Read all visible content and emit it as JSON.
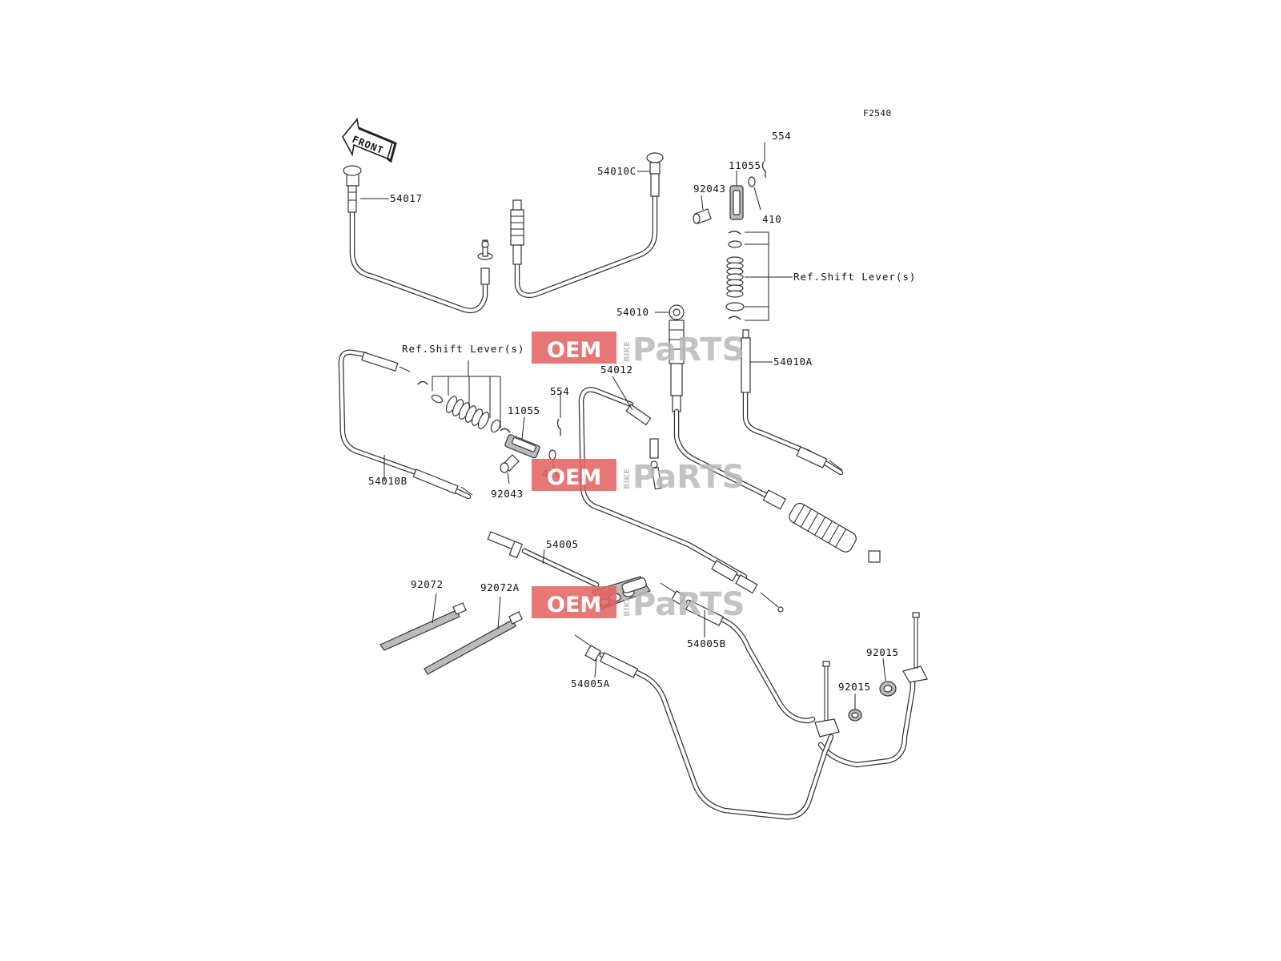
{
  "figure_code": "F2540",
  "front_label": "FRONT",
  "watermark": {
    "text_oem": "OEM",
    "text_bike": "BIKE",
    "text_parts": "PaRTS",
    "color_red": "#e36060",
    "color_gray": "#b9b9b9"
  },
  "callouts": [
    {
      "id": "c-54017",
      "text": "54017"
    },
    {
      "id": "c-54010c",
      "text": "54010C"
    },
    {
      "id": "c-92043-top",
      "text": "92043"
    },
    {
      "id": "c-11055-top",
      "text": "11055"
    },
    {
      "id": "c-554-top",
      "text": "554"
    },
    {
      "id": "c-410-top",
      "text": "410"
    },
    {
      "id": "c-ref-shift-right",
      "text": "Ref.Shift Lever(s)"
    },
    {
      "id": "c-54010",
      "text": "54010"
    },
    {
      "id": "c-54010a",
      "text": "54010A"
    },
    {
      "id": "c-ref-shift-left",
      "text": "Ref.Shift Lever(s)"
    },
    {
      "id": "c-54012",
      "text": "54012"
    },
    {
      "id": "c-554-mid",
      "text": "554"
    },
    {
      "id": "c-11055-mid",
      "text": "11055"
    },
    {
      "id": "c-410-mid",
      "text": "410"
    },
    {
      "id": "c-92043-mid",
      "text": "92043"
    },
    {
      "id": "c-54010b",
      "text": "54010B"
    },
    {
      "id": "c-54005",
      "text": "54005"
    },
    {
      "id": "c-92072",
      "text": "92072"
    },
    {
      "id": "c-92072a",
      "text": "92072A"
    },
    {
      "id": "c-54005b",
      "text": "54005B"
    },
    {
      "id": "c-54005a",
      "text": "54005A"
    },
    {
      "id": "c-92015-right",
      "text": "92015"
    },
    {
      "id": "c-92015-mid",
      "text": "92015"
    }
  ]
}
